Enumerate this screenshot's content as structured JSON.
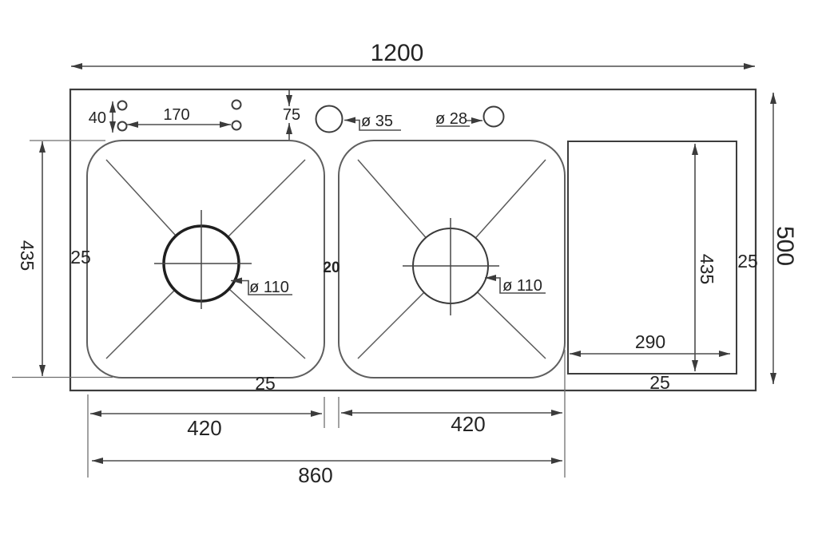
{
  "drawing": {
    "overall": {
      "width": "1200",
      "depth": "500"
    },
    "bowls": {
      "left_width": "420",
      "right_width": "420",
      "combined_width": "860",
      "depth": "435",
      "left_margin": "25",
      "bottom_margin": "25",
      "divider_thickness": "20",
      "drain_left": "ø 110",
      "drain_right": "ø 110"
    },
    "drainboard": {
      "width": "290",
      "depth": "435",
      "right_margin": "25",
      "bottom_margin": "25"
    },
    "tap_holes": {
      "vertical_spacing": "40",
      "horizontal_spacing": "170",
      "edge_offset": "75",
      "large_hole": "ø 35",
      "small_hole": "ø 28"
    }
  }
}
